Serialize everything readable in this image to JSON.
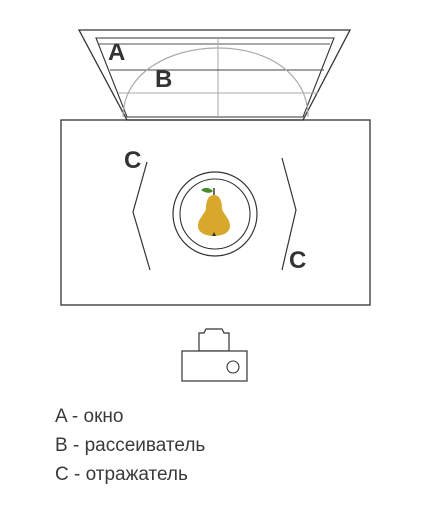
{
  "labels": {
    "a": "A",
    "b": "B",
    "c_left": "C",
    "c_right": "C"
  },
  "legend": [
    {
      "letter": "A",
      "sep": " - ",
      "text": "окно"
    },
    {
      "letter": "B",
      "sep": " - ",
      "text": "рассеиватель"
    },
    {
      "letter": "C",
      "sep": " - ",
      "text": "отражатель"
    }
  ],
  "colors": {
    "line": "#333333",
    "grid": "#b8b8b8",
    "pear": "#d8a82c",
    "leaf": "#4a8a2a"
  },
  "icons": {
    "subject": "pear-icon",
    "camera": "camera-icon"
  }
}
